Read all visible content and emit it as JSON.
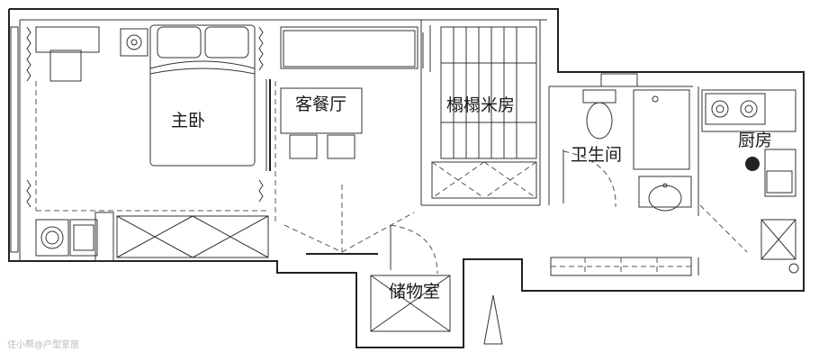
{
  "rooms": {
    "master_bedroom": "主卧",
    "living_dining": "客餐厅",
    "tatami_room": "榻榻米房",
    "bathroom": "卫生间",
    "kitchen": "厨房",
    "storage_room": "储物室"
  },
  "watermark": "住小帮@户型室居",
  "colors": {
    "wall": "#222222",
    "dashed": "#555555",
    "background": "#ffffff"
  }
}
